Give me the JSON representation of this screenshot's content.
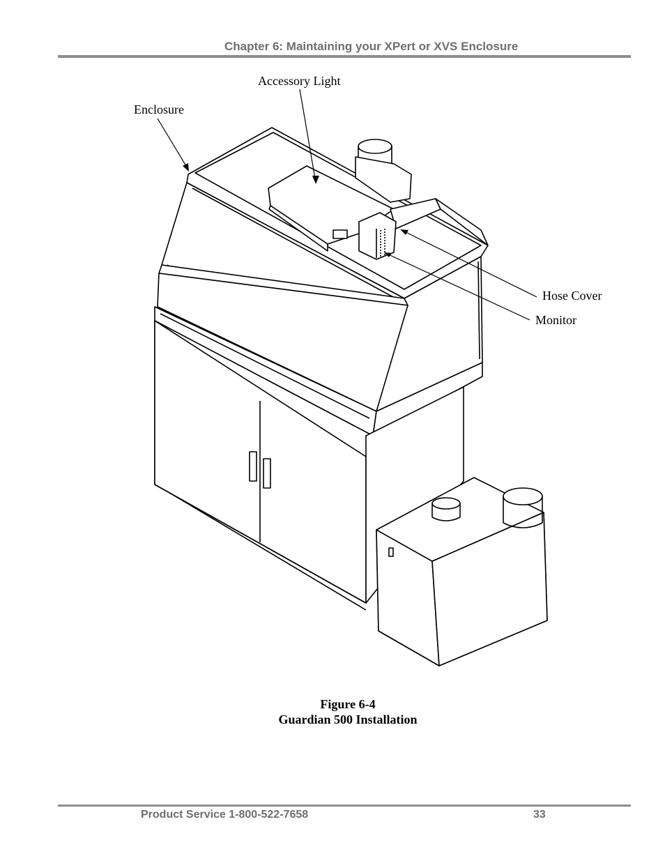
{
  "header": {
    "chapter_title": "Chapter 6: Maintaining your XPert or XVS Enclosure"
  },
  "figure": {
    "callouts": {
      "accessory_light": "Accessory Light",
      "enclosure": "Enclosure",
      "hose_cover": "Hose Cover",
      "monitor": "Monitor"
    },
    "caption_number": "Figure 6-4",
    "caption_title": "Guardian 500 Installation"
  },
  "footer": {
    "product_service": "Product Service 1-800-522-7658",
    "page_number": "33"
  }
}
